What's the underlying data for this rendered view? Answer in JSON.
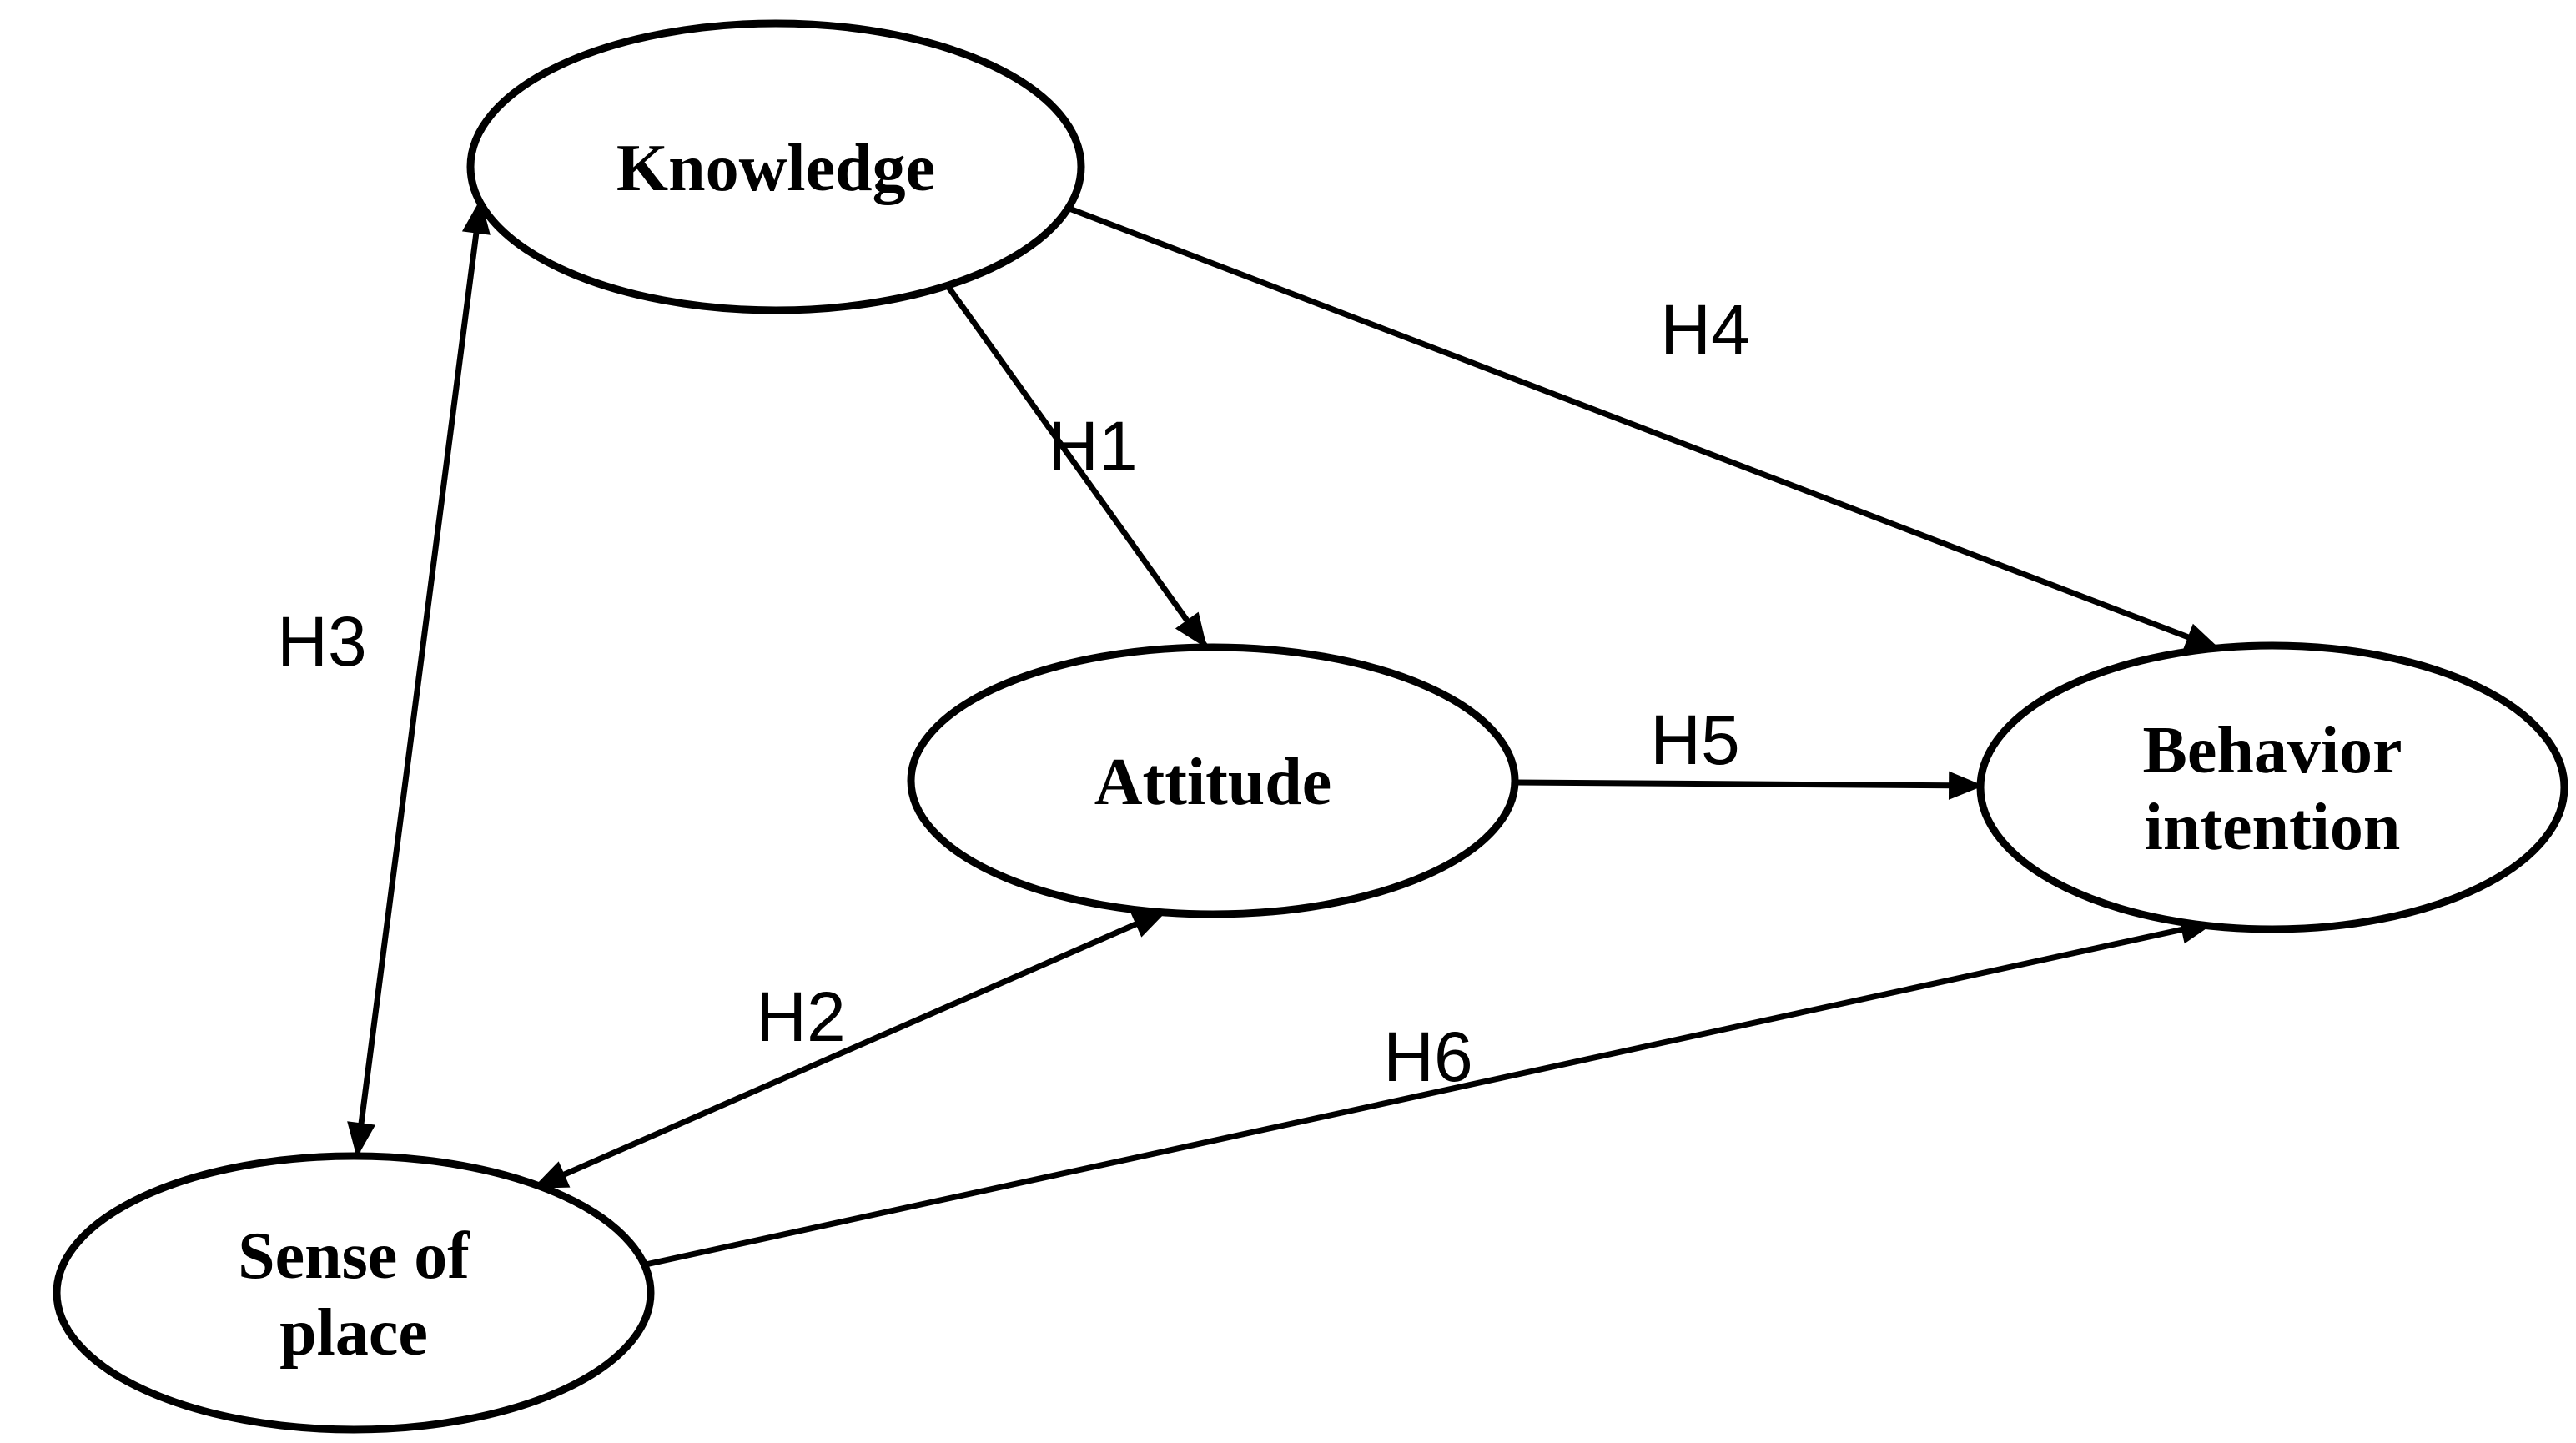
{
  "colors": {
    "background": "#ffffff",
    "stroke": "#000000",
    "text": "#000000"
  },
  "nodes": [
    {
      "id": "knowledge",
      "lines": [
        "Knowledge"
      ]
    },
    {
      "id": "attitude",
      "lines": [
        "Attitude"
      ]
    },
    {
      "id": "behavior-intention",
      "lines": [
        "Behavior",
        "intention"
      ]
    },
    {
      "id": "sense-of-place",
      "lines": [
        "Sense of",
        "place"
      ]
    }
  ],
  "edges": [
    {
      "label": "H1",
      "from": "knowledge",
      "to": "attitude",
      "arrows": "single"
    },
    {
      "label": "H2",
      "from": "sense-of-place",
      "to": "attitude",
      "arrows": "double"
    },
    {
      "label": "H3",
      "from": "sense-of-place",
      "to": "knowledge",
      "arrows": "double"
    },
    {
      "label": "H4",
      "from": "knowledge",
      "to": "behavior-intention",
      "arrows": "single"
    },
    {
      "label": "H5",
      "from": "attitude",
      "to": "behavior-intention",
      "arrows": "single"
    },
    {
      "label": "H6",
      "from": "sense-of-place",
      "to": "behavior-intention",
      "arrows": "single"
    }
  ]
}
